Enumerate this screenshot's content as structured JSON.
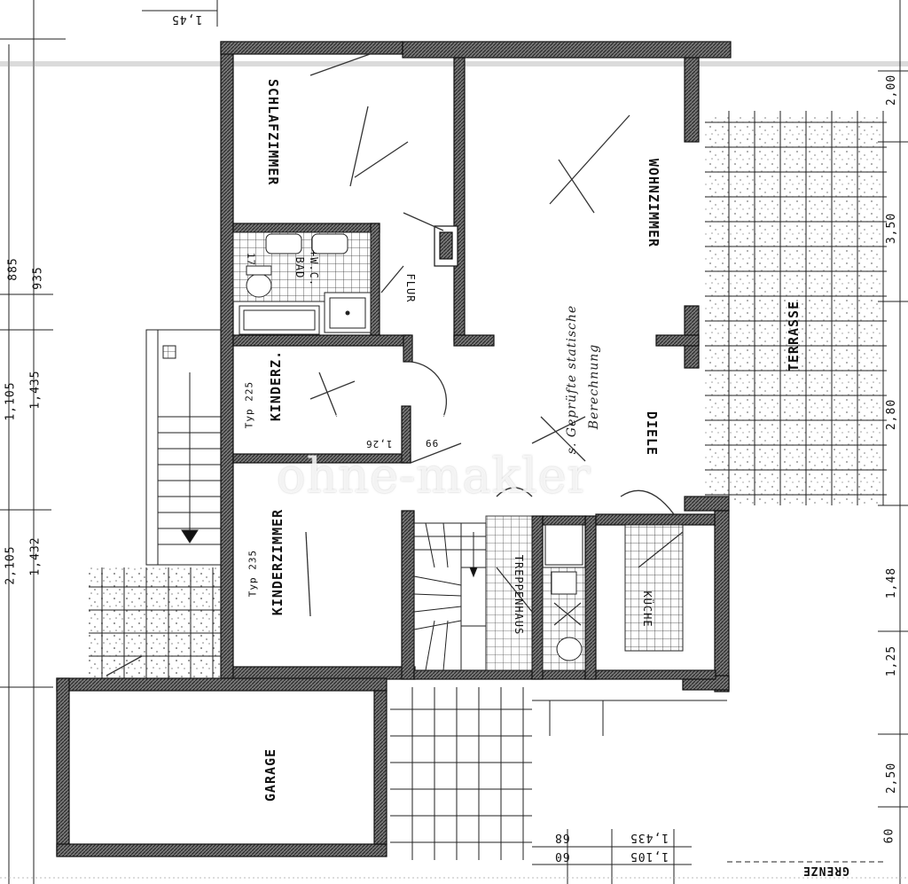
{
  "rooms": {
    "schlafzimmer": "SCHLAFZIMMER",
    "wohnzimmer": "WOHNZIMMER",
    "bad": "BAD",
    "bad_wc": "+W.C.",
    "flur": "FLUR",
    "kinderz": "KINDERZ.",
    "kinderzimmer": "KINDERZIMMER",
    "terrasse": "TERRASSE",
    "diele": "DIELE",
    "treppenhaus": "TREPPENHAUS",
    "kueche": "KÜCHE",
    "garage": "GARAGE"
  },
  "types": {
    "typ225": "Typ 225",
    "typ235": "Typ 235"
  },
  "notes": {
    "statik_1": "s. Geprüfte statische",
    "statik_2": "Berechnung",
    "grenze": "GRENZE",
    "watermark": "ohne-makler"
  },
  "dimensions": {
    "top": "1,45",
    "left_885": "885",
    "left_935": "935",
    "left_1105": "1,105",
    "left_1435": "1,435",
    "left_2105": "2,105",
    "left_1432": "1,432",
    "right_200": "2,00",
    "right_350": "3,50",
    "right_280": "2,80",
    "right_148": "1,48",
    "right_125": "1,25",
    "right_250": "2,50",
    "right_60": "60",
    "bottom_68": "68",
    "bottom_60": "60",
    "bottom_1435": "1,435",
    "bottom_1105": "1,105",
    "door_66": "66",
    "door_126": "1,26",
    "bad_17": "17"
  }
}
